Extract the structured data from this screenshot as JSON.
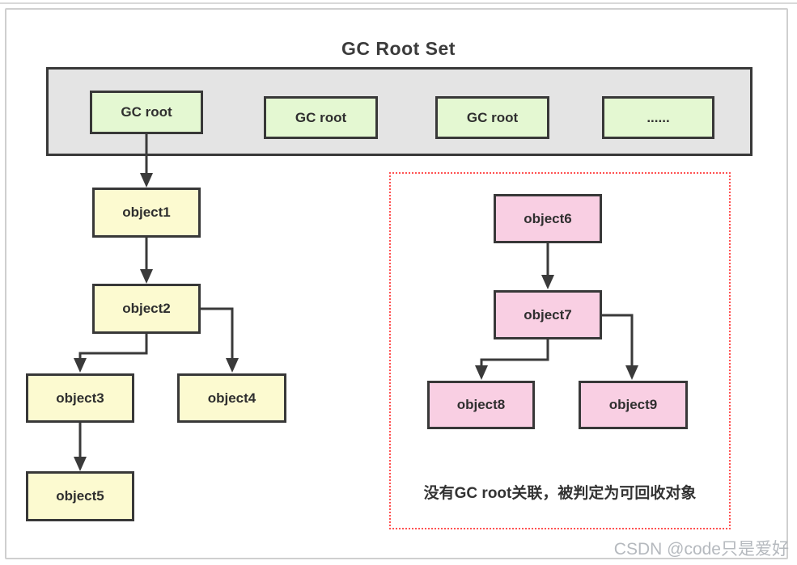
{
  "diagram": {
    "title": "GC Root Set",
    "gc_roots": [
      "GC root",
      "GC root",
      "GC root",
      "......"
    ],
    "reachable_objects": [
      "object1",
      "object2",
      "object3",
      "object4",
      "object5"
    ],
    "unreachable_objects": [
      "object6",
      "object7",
      "object8",
      "object9"
    ],
    "unreachable_note": "没有GC root关联，被判定为可回收对象"
  },
  "watermark": "CSDN @code只是爱好",
  "colors": {
    "gc_root_fill": "#e4f8d2",
    "reachable_fill": "#fcfad0",
    "unreachable_fill": "#f9cfe3",
    "root_set_bar_fill": "#e4e4e4",
    "node_border": "#383838",
    "arrow": "#3a3a3a",
    "recycle_border": "#ff5252",
    "watermark_color": "#b5b9be"
  }
}
